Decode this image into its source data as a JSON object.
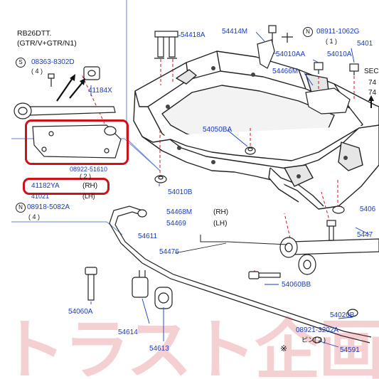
{
  "header": {
    "engine": "RB26DTT.",
    "grades": "(GTR/V+GTR/N1)"
  },
  "watermark": "トラスト企画",
  "symbols": {
    "S": "S",
    "N": "N",
    "note": "※"
  },
  "labels": {
    "p54418A": "54418A",
    "p54414M": "54414M",
    "p08911": "08911-1062G",
    "p08911_qty": "( 1 )",
    "p5401_cut": "5401",
    "p54010AA": "54010AA",
    "p54010A": "54010A",
    "p54466M": "54466M",
    "sec_cut": "SEC",
    "p74_a": "74",
    "p74_b": "74",
    "p08363": "08363-8302D",
    "p08363_qty": "( 4 )",
    "p41184X": "41184X",
    "p54050BA": "54050BA",
    "p08922_cut": "08922-51610",
    "p08922_qty_cut": "( 2 )",
    "p41182YA": "41182YA",
    "rh1": "(RH)",
    "p41021_cut": "41021",
    "lh1": "(LH)",
    "p08918": "08918-5082A",
    "p08918_qty": "( 4 )",
    "p54010B": "54010B",
    "p5406_cut": "5406",
    "p54468M": "54468M",
    "rh2": "(RH)",
    "p54469": "54469",
    "lh2": "(LH)",
    "p54611": "54611",
    "p54476": "54476",
    "p5447_cut": "5447",
    "p54060BB": "54060BB",
    "p54060A": "54060A",
    "p54020B": "54020B",
    "p08921": "08921-3202A",
    "p08921_qty": "ピン( 2 )",
    "p54614": "54614",
    "p54613": "54613",
    "p54591": "54591"
  }
}
